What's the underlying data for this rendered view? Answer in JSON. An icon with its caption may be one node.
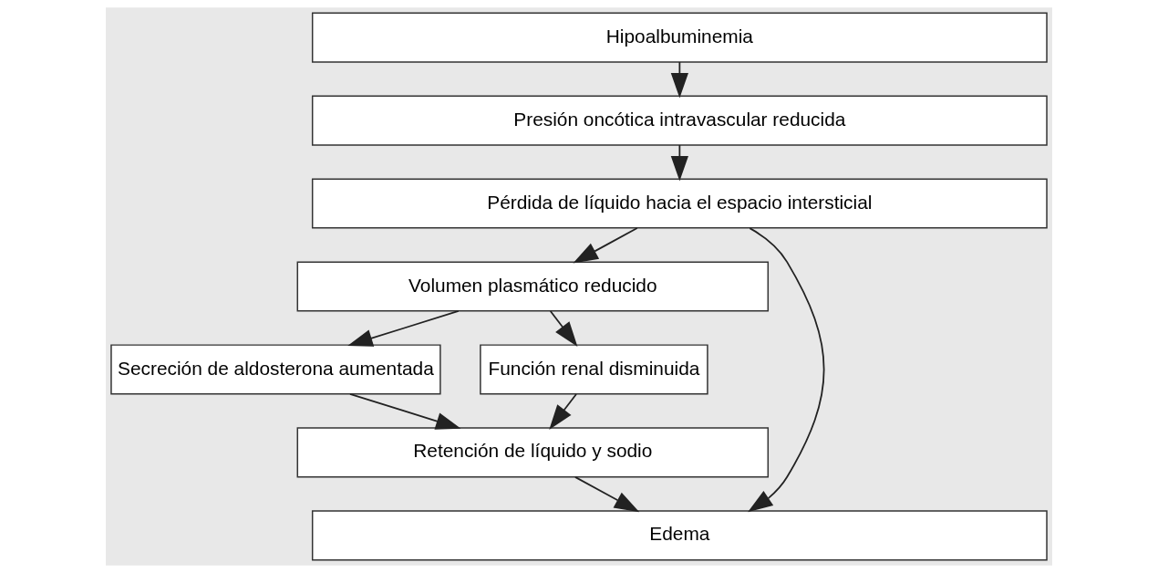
{
  "diagram": {
    "nodes": [
      {
        "text": [
          "Hipoalbuminemia"
        ]
      },
      {
        "text": [
          "Presión oncótica intravascular reducida"
        ]
      },
      {
        "text": [
          "Pérdida de líquido hacia el espacio intersticial"
        ]
      },
      {
        "text": [
          "Volumen plasmático reducido"
        ]
      },
      {
        "text": [
          "Secreción de aldosterona aumentada"
        ]
      },
      {
        "text": [
          "Función renal disminuida"
        ]
      },
      {
        "text": [
          "Retención de líquido y sodio"
        ]
      },
      {
        "text": [
          "Edema"
        ]
      }
    ],
    "edges": [
      {
        "from": 0,
        "to": 1,
        "arrow": "to"
      },
      {
        "from": 1,
        "to": 2,
        "arrow": "to"
      },
      {
        "from": 2,
        "to": 3,
        "arrow": "to"
      },
      {
        "from": 3,
        "to": 4,
        "arrow": "to"
      },
      {
        "from": 3,
        "to": 5,
        "arrow": "to"
      },
      {
        "from": 4,
        "to": 6,
        "arrow": "to"
      },
      {
        "from": 5,
        "to": 6,
        "arrow": "to"
      },
      {
        "from": 6,
        "to": 7,
        "arrow": "to"
      },
      {
        "from": 2,
        "to": 7,
        "arrow": "to"
      }
    ]
  }
}
